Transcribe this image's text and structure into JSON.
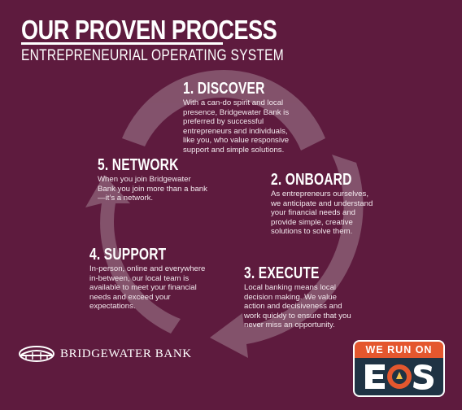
{
  "header": {
    "title": "OUR PROVEN PROCESS",
    "subtitle": "ENTREPRENEURIAL OPERATING SYSTEM"
  },
  "steps": [
    {
      "title": "1. DISCOVER",
      "desc": "With a can-do spirit and local presence, Bridgewater Bank is preferred by successful entrepreneurs and individuals, like you, who value responsive support and simple solutions."
    },
    {
      "title": "2. ONBOARD",
      "desc": "As entrepreneurs ourselves, we anticipate and understand your financial needs and provide simple, creative solutions to solve them."
    },
    {
      "title": "3. EXECUTE",
      "desc": "Local banking means local decision making. We value action and decisiveness and work quickly to ensure that you never miss an opportunity."
    },
    {
      "title": "4. SUPPORT",
      "desc": "In-person, online and everywhere in-between, our local team is available to meet your financial needs and exceed your expectations."
    },
    {
      "title": "5. NETWORK",
      "desc": "When you join Bridgewater Bank you join more than a bank—it’s a network."
    }
  ],
  "footer": {
    "bank_name": "BRIDGEWATER BANK",
    "badge_top": "WE RUN ON",
    "badge_bottom": "EOS"
  },
  "colors": {
    "background": "#5e1b3e",
    "arrow": "#8e6279",
    "badge_orange": "#e4572e",
    "badge_navy": "#1f3344"
  }
}
